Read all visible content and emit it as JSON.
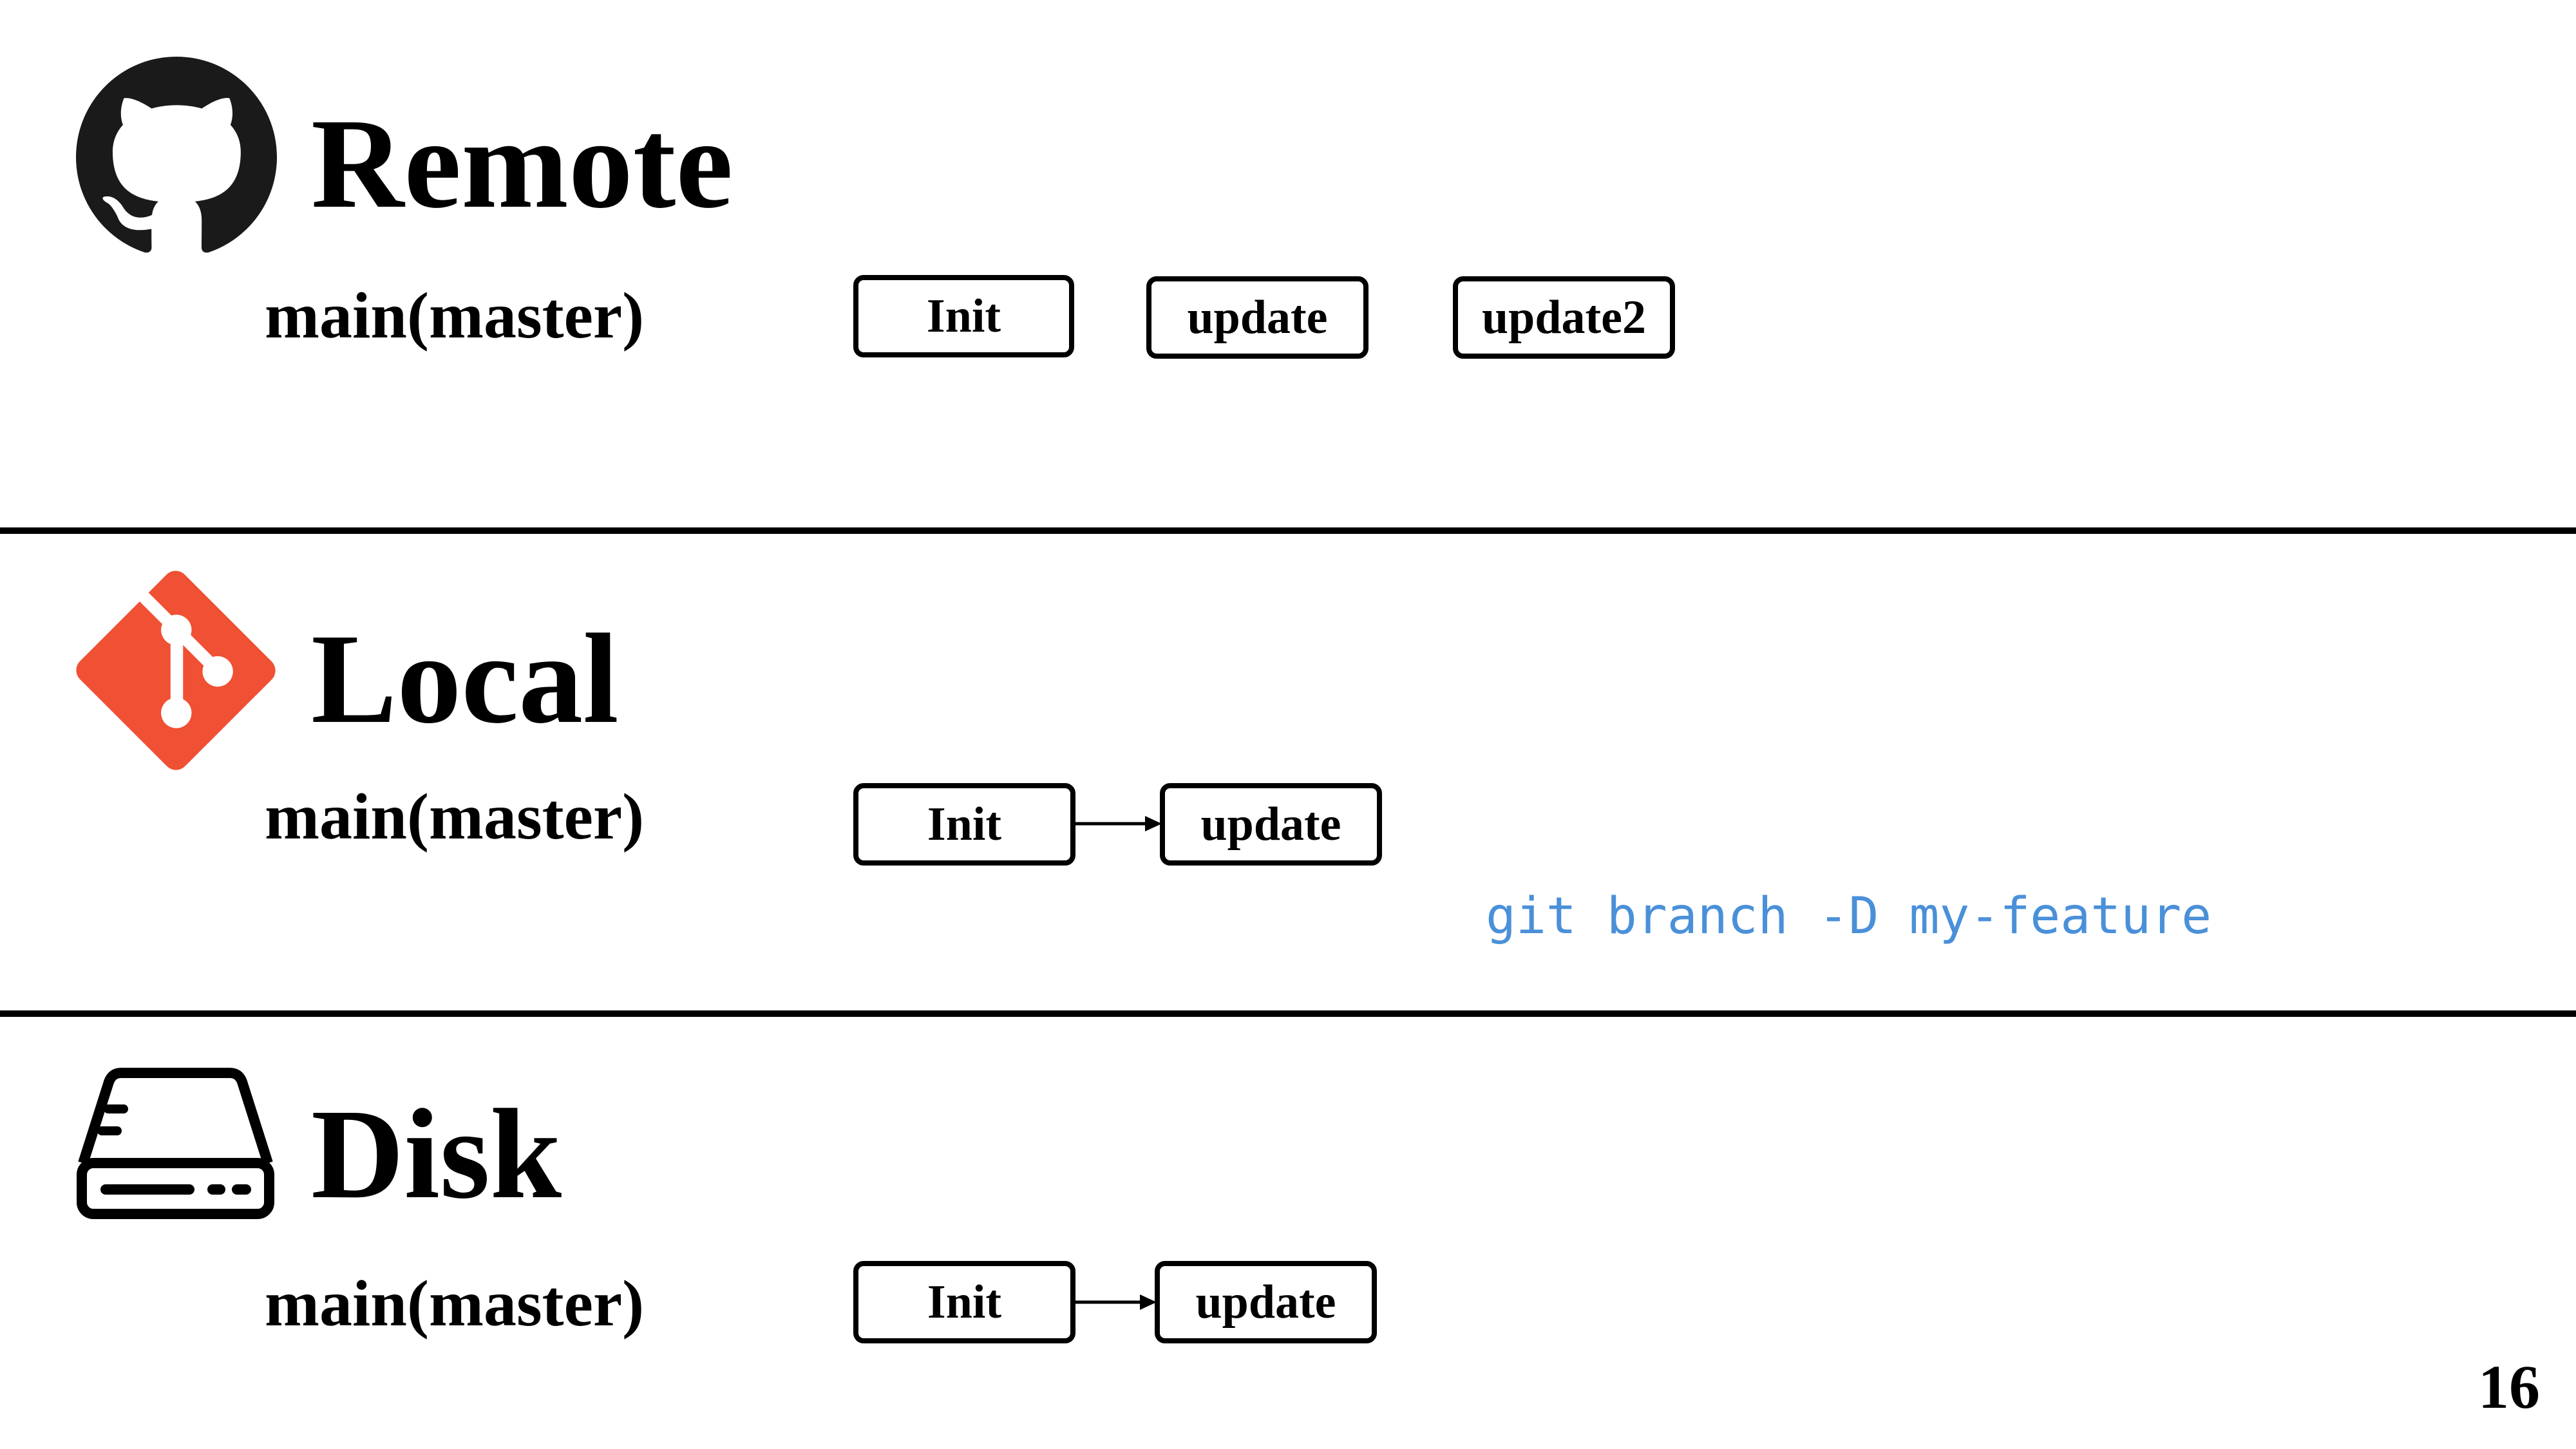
{
  "sections": {
    "remote": {
      "title": "Remote",
      "icon": "github-icon",
      "branch": "main(master)",
      "commits": [
        "Init",
        "update",
        "update2"
      ]
    },
    "local": {
      "title": "Local",
      "icon": "git-icon",
      "branch": "main(master)",
      "commits": [
        "Init",
        "update"
      ],
      "command": "git branch -D my-feature"
    },
    "disk": {
      "title": "Disk",
      "icon": "hard-drive-icon",
      "branch": "main(master)",
      "commits": [
        "Init",
        "update"
      ]
    }
  },
  "colors": {
    "git_brand": "#f05033",
    "command_text": "#4a90d9"
  },
  "page_number": "16"
}
